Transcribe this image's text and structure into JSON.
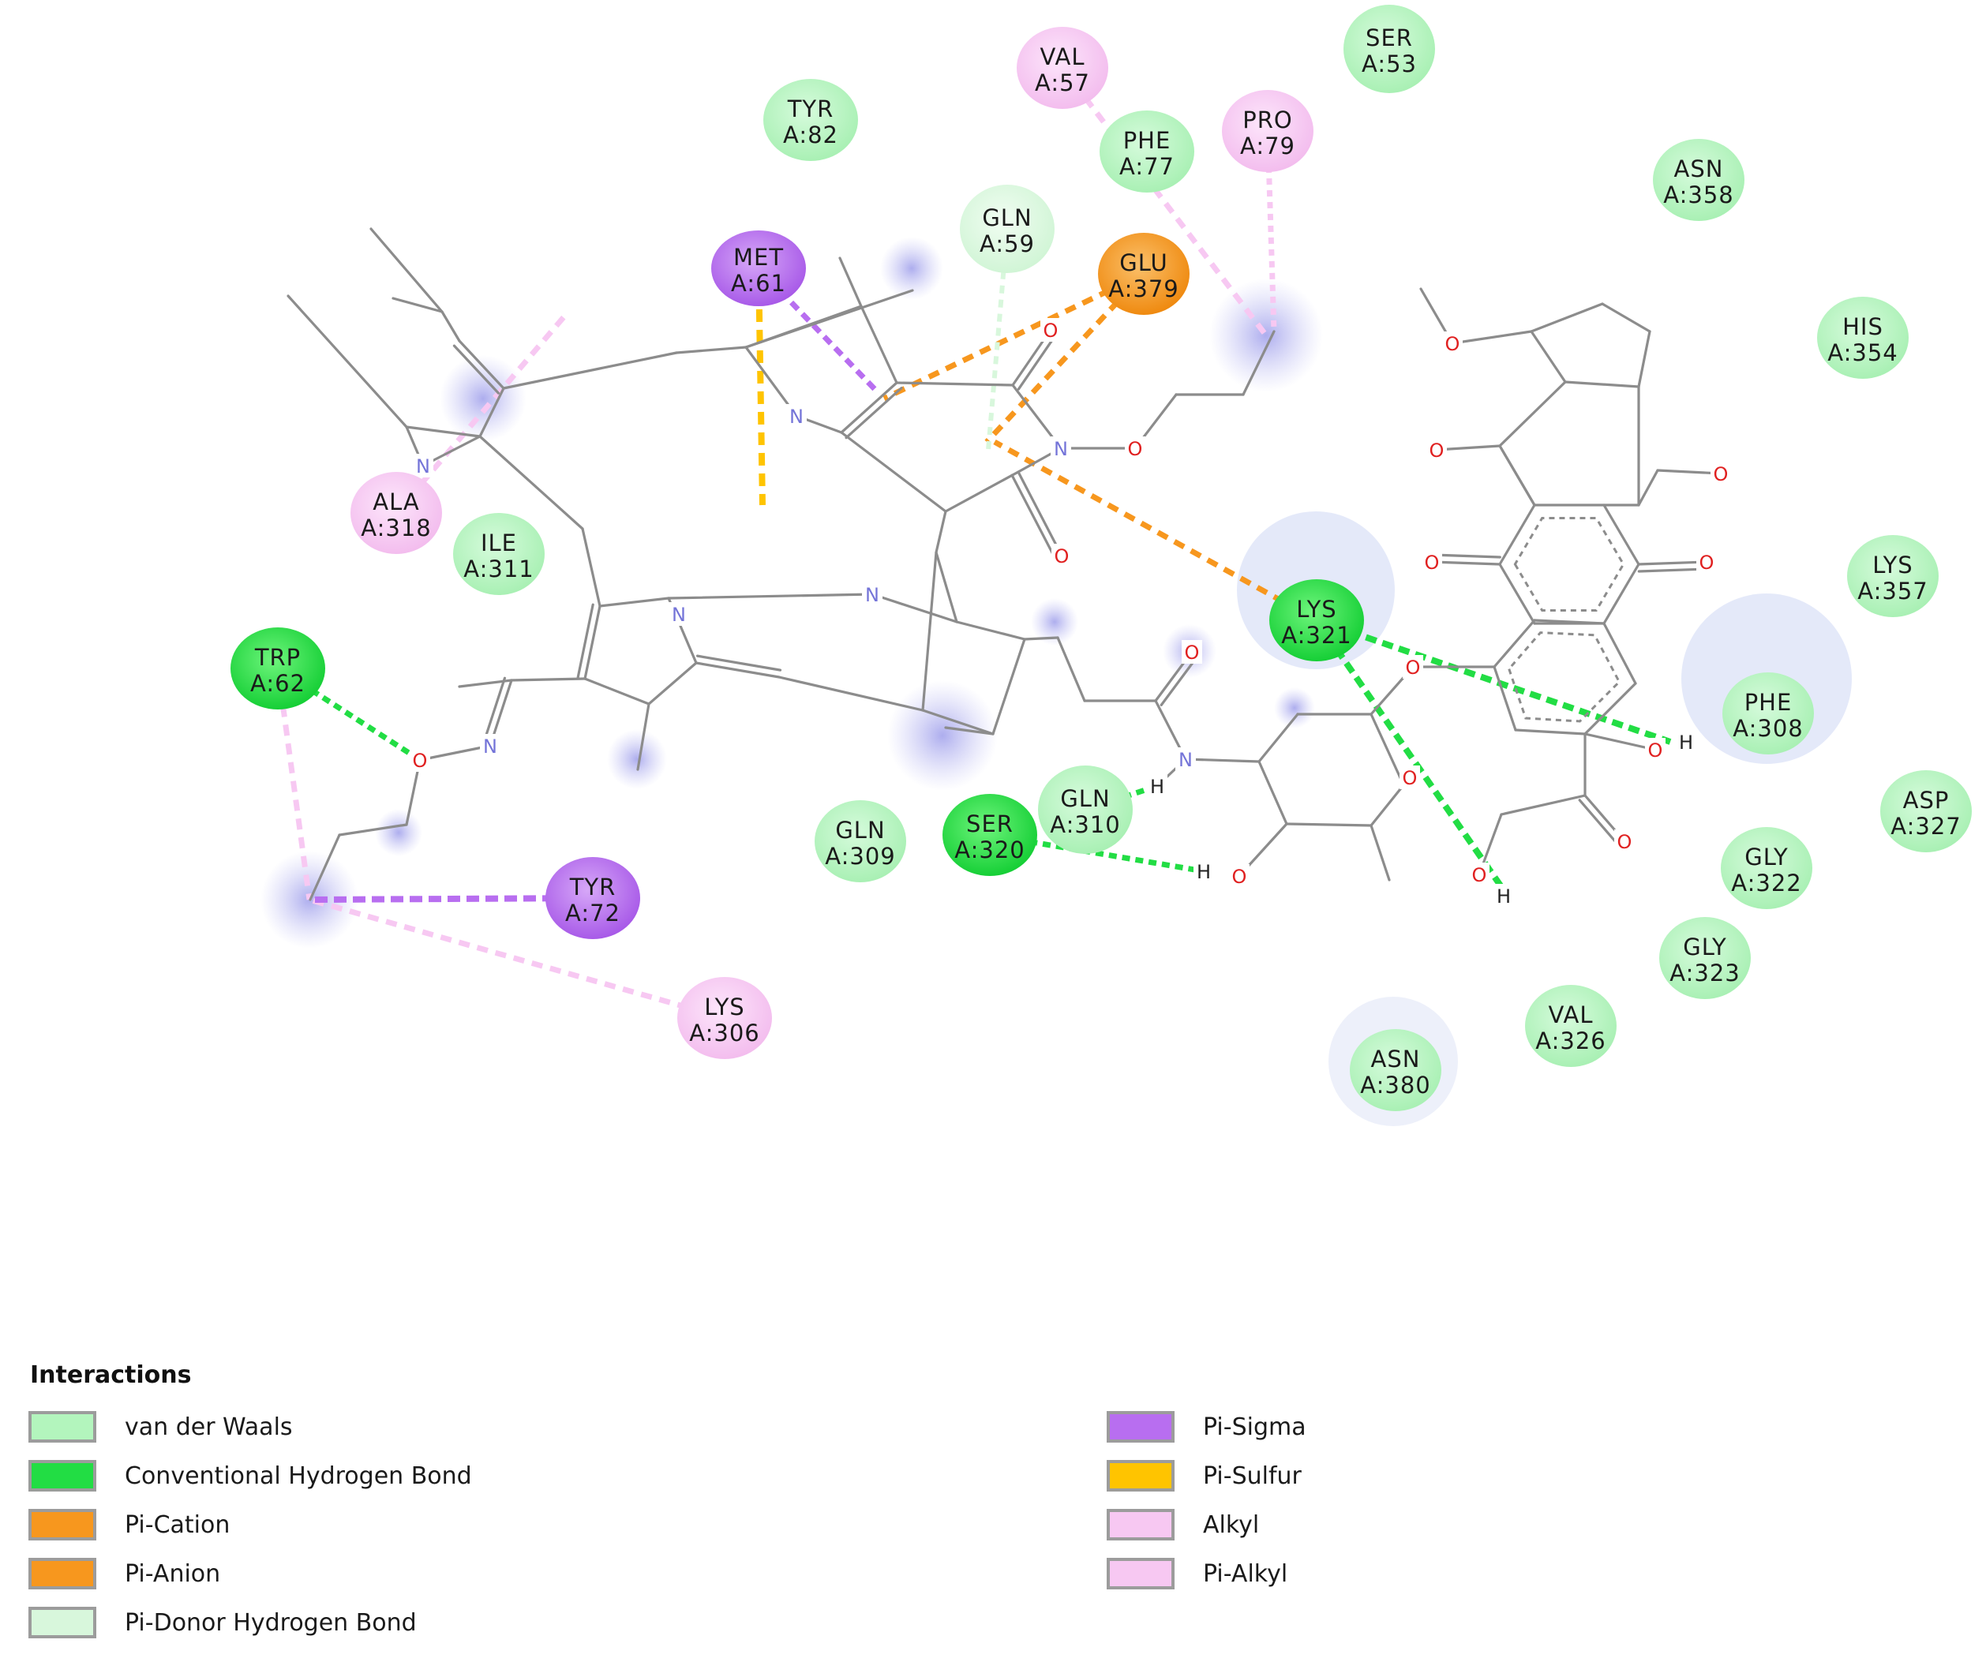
{
  "residues": [
    {
      "id": "SER_A53",
      "name": "SER",
      "pos": "A:53",
      "type": "vdw"
    },
    {
      "id": "VAL_A57",
      "name": "VAL",
      "pos": "A:57",
      "type": "alkyl"
    },
    {
      "id": "TYR_A82",
      "name": "TYR",
      "pos": "A:82",
      "type": "vdw"
    },
    {
      "id": "PHE_A77",
      "name": "PHE",
      "pos": "A:77",
      "type": "vdw"
    },
    {
      "id": "PRO_A79",
      "name": "PRO",
      "pos": "A:79",
      "type": "alkyl"
    },
    {
      "id": "ASN_A358",
      "name": "ASN",
      "pos": "A:358",
      "type": "vdw"
    },
    {
      "id": "GLN_A59",
      "name": "GLN",
      "pos": "A:59",
      "type": "pidonor"
    },
    {
      "id": "MET_A61",
      "name": "MET",
      "pos": "A:61",
      "type": "pisigma"
    },
    {
      "id": "GLU_A379",
      "name": "GLU",
      "pos": "A:379",
      "type": "pianion"
    },
    {
      "id": "HIS_A354",
      "name": "HIS",
      "pos": "A:354",
      "type": "vdw"
    },
    {
      "id": "ALA_A318",
      "name": "ALA",
      "pos": "A:318",
      "type": "alkyl"
    },
    {
      "id": "ILE_A311",
      "name": "ILE",
      "pos": "A:311",
      "type": "vdw"
    },
    {
      "id": "LYS_A357",
      "name": "LYS",
      "pos": "A:357",
      "type": "vdw"
    },
    {
      "id": "LYS_A321",
      "name": "LYS",
      "pos": "A:321",
      "type": "hbond"
    },
    {
      "id": "TRP_A62",
      "name": "TRP",
      "pos": "A:62",
      "type": "hbond"
    },
    {
      "id": "PHE_A308",
      "name": "PHE",
      "pos": "A:308",
      "type": "vdw"
    },
    {
      "id": "ASP_A327",
      "name": "ASP",
      "pos": "A:327",
      "type": "vdw"
    },
    {
      "id": "GLN_A310",
      "name": "GLN",
      "pos": "A:310",
      "type": "vdw"
    },
    {
      "id": "GLN_A309",
      "name": "GLN",
      "pos": "A:309",
      "type": "vdw"
    },
    {
      "id": "SER_A320",
      "name": "SER",
      "pos": "A:320",
      "type": "hbond"
    },
    {
      "id": "GLY_A322",
      "name": "GLY",
      "pos": "A:322",
      "type": "vdw"
    },
    {
      "id": "TYR_A72",
      "name": "TYR",
      "pos": "A:72",
      "type": "pisigma"
    },
    {
      "id": "GLY_A323",
      "name": "GLY",
      "pos": "A:323",
      "type": "vdw"
    },
    {
      "id": "VAL_A326",
      "name": "VAL",
      "pos": "A:326",
      "type": "vdw"
    },
    {
      "id": "LYS_A306",
      "name": "LYS",
      "pos": "A:306",
      "type": "alkyl"
    },
    {
      "id": "ASN_A380",
      "name": "ASN",
      "pos": "A:380",
      "type": "vdw"
    }
  ],
  "atom_labels": {
    "N": "N",
    "O": "O",
    "H": "H"
  },
  "colors": {
    "vdw": "#b3f5bd",
    "hbond": "#22dd44",
    "pication": "#f7971e",
    "pianion": "#f7971e",
    "pidonor": "#d8f7dc",
    "pisigma": "#b86ef0",
    "pisulfur": "#ffc400",
    "alkyl": "#f7c8f2",
    "pialkyl": "#f7c8f2",
    "bond": "#8c8c8c",
    "oxygen": "#e02020",
    "nitrogen": "#7474d8",
    "halo": "#7a7ae0"
  },
  "legend": {
    "title": "Interactions",
    "items": [
      {
        "key": "vdw",
        "label": "van der Waals"
      },
      {
        "key": "hbond",
        "label": "Conventional Hydrogen Bond"
      },
      {
        "key": "pication",
        "label": "Pi-Cation"
      },
      {
        "key": "pianion",
        "label": "Pi-Anion"
      },
      {
        "key": "pidonor",
        "label": "Pi-Donor Hydrogen Bond"
      },
      {
        "key": "pisigma",
        "label": "Pi-Sigma"
      },
      {
        "key": "pisulfur",
        "label": "Pi-Sulfur"
      },
      {
        "key": "alkyl",
        "label": "Alkyl"
      },
      {
        "key": "pialkyl",
        "label": "Pi-Alkyl"
      }
    ]
  }
}
